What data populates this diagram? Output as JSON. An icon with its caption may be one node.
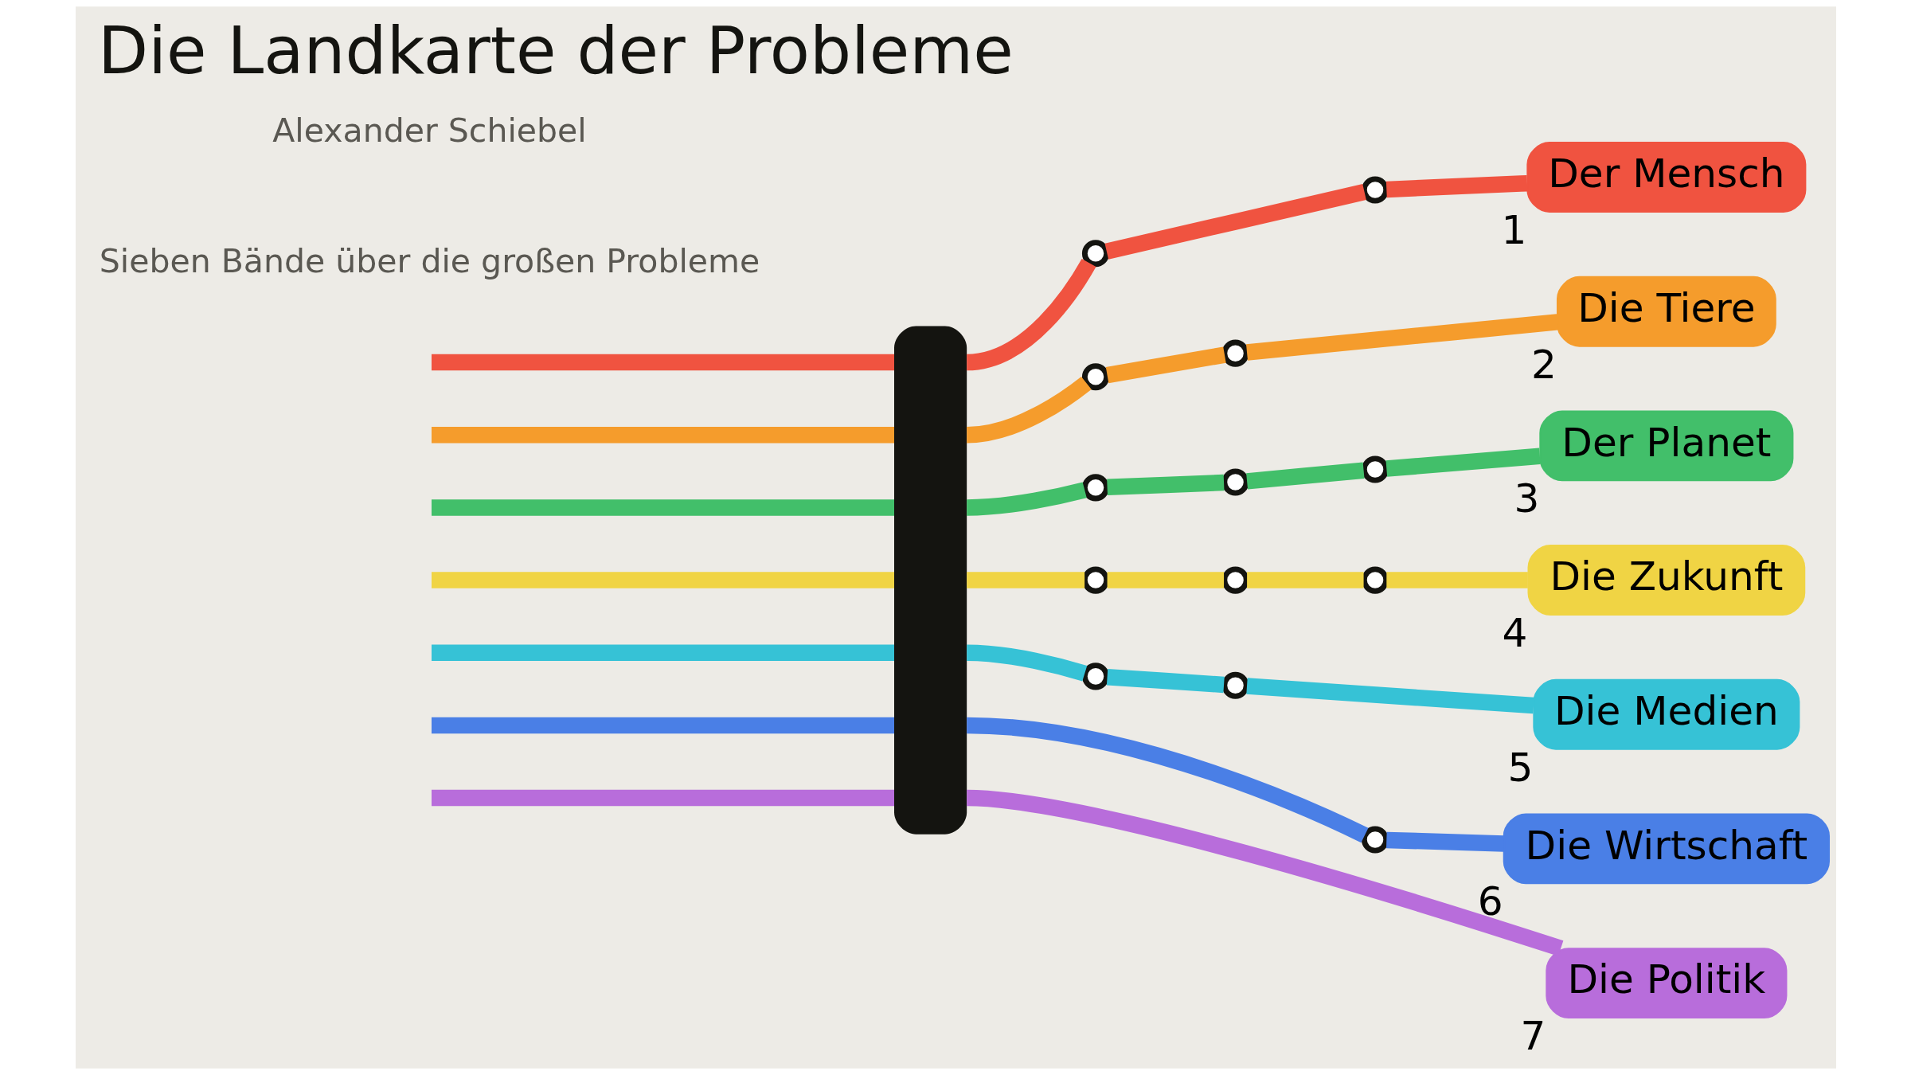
{
  "diagram": {
    "title": "Die Landkarte der Probleme",
    "nodes": [
      {
        "text": [],
        "shape": "bar"
      },
      {
        "text": [],
        "shape": "circle"
      },
      {
        "text": [],
        "shape": "circle"
      },
      {
        "text": [
          "Der Mensch"
        ],
        "beside": [
          "1"
        ]
      },
      {
        "text": [],
        "shape": "circle"
      },
      {
        "text": [],
        "shape": "circle"
      },
      {
        "text": [
          "Die Tiere"
        ],
        "beside": [
          "2"
        ]
      },
      {
        "text": [],
        "shape": "circle"
      },
      {
        "text": [],
        "shape": "circle"
      },
      {
        "text": [],
        "shape": "circle"
      },
      {
        "text": [
          "Der Planet"
        ],
        "beside": [
          "3"
        ]
      },
      {
        "text": [],
        "shape": "circle"
      },
      {
        "text": [],
        "shape": "circle"
      },
      {
        "text": [],
        "shape": "circle"
      },
      {
        "text": [
          "Die Zukunft"
        ],
        "beside": [
          "4"
        ]
      },
      {
        "text": [],
        "shape": "circle"
      },
      {
        "text": [],
        "shape": "circle"
      },
      {
        "text": [
          "Die Medien"
        ],
        "beside": [
          "5"
        ]
      },
      {
        "text": [],
        "shape": "circle"
      },
      {
        "text": [
          "Die Wirtschaft"
        ],
        "beside": [
          "6"
        ]
      },
      {
        "text": [
          "Die Politik"
        ],
        "beside": [
          "7"
        ]
      }
    ],
    "edges": [
      {
        "from": null,
        "to": 0,
        "arrow": "none",
        "color": "#f05340"
      },
      {
        "from": 0,
        "to": 1,
        "arrow": "none",
        "color": "#f05340"
      },
      {
        "from": 1,
        "to": 2,
        "arrow": "none",
        "color": "#f05340"
      },
      {
        "from": 2,
        "to": 3,
        "arrow": "none",
        "color": "#f05340"
      },
      {
        "from": null,
        "to": 0,
        "arrow": "none",
        "color": "#f59c2c"
      },
      {
        "from": 0,
        "to": 4,
        "arrow": "none",
        "color": "#f59c2c"
      },
      {
        "from": 4,
        "to": 5,
        "arrow": "none",
        "color": "#f59c2c"
      },
      {
        "from": 5,
        "to": 6,
        "arrow": "none",
        "color": "#f59c2c"
      },
      {
        "from": null,
        "to": 0,
        "arrow": "none",
        "color": "#42bf6a"
      },
      {
        "from": 0,
        "to": 7,
        "arrow": "none",
        "color": "#42bf6a"
      },
      {
        "from": 7,
        "to": 8,
        "arrow": "none",
        "color": "#42bf6a"
      },
      {
        "from": 8,
        "to": 9,
        "arrow": "none",
        "color": "#42bf6a"
      },
      {
        "from": 9,
        "to": 10,
        "arrow": "none",
        "color": "#42bf6a"
      },
      {
        "from": null,
        "to": 0,
        "arrow": "none",
        "color": "#f0d444"
      },
      {
        "from": 0,
        "to": 11,
        "arrow": "none",
        "color": "#f0d444"
      },
      {
        "from": 11,
        "to": 12,
        "arrow": "none",
        "color": "#f0d444"
      },
      {
        "from": 12,
        "to": 13,
        "arrow": "none",
        "color": "#f0d444"
      },
      {
        "from": 13,
        "to": 14,
        "arrow": "none",
        "color": "#f0d444"
      },
      {
        "from": null,
        "to": 0,
        "arrow": "none",
        "color": "#36c2d6"
      },
      {
        "from": 0,
        "to": 15,
        "arrow": "none",
        "color": "#36c2d6"
      },
      {
        "from": 15,
        "to": 16,
        "arrow": "none",
        "color": "#36c2d6"
      },
      {
        "from": 16,
        "to": 17,
        "arrow": "none",
        "color": "#36c2d6"
      },
      {
        "from": null,
        "to": 0,
        "arrow": "none",
        "color": "#4a7fe6"
      },
      {
        "from": 0,
        "to": 18,
        "arrow": "none",
        "color": "#4a7fe6"
      },
      {
        "from": 18,
        "to": 19,
        "arrow": "none",
        "color": "#4a7fe6"
      },
      {
        "from": null,
        "to": 0,
        "arrow": "none",
        "color": "#b86ddb"
      },
      {
        "from": 0,
        "to": 20,
        "arrow": "none",
        "color": "#b86ddb"
      }
    ],
    "labels": [
      "Sieben Bände über die großen Probleme",
      "Alexander Schiebel"
    ]
  }
}
